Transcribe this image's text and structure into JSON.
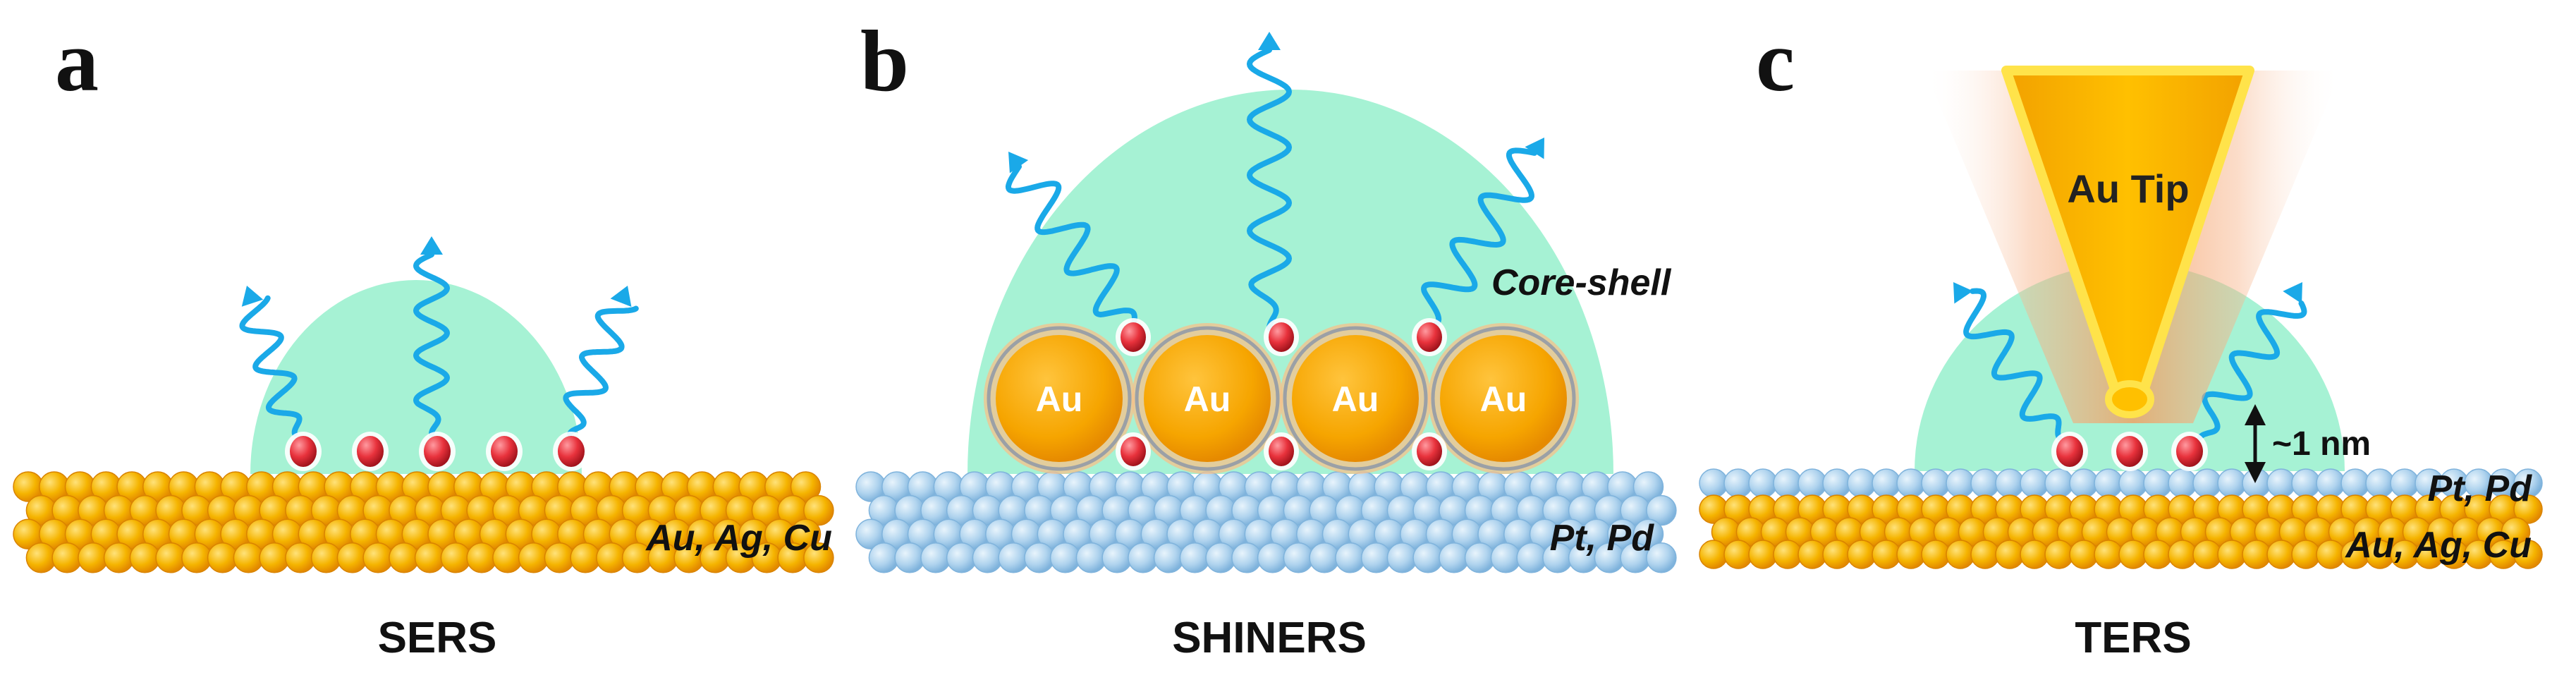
{
  "panels": {
    "a": {
      "letter": "a",
      "caption": "SERS",
      "substrate_label": "Au, Ag, Cu",
      "molecule_count": 5
    },
    "b": {
      "letter": "b",
      "caption": "SHINERS",
      "nanoparticle_label": "Au",
      "nanoparticle_count": 4,
      "shell_label": "Core-shell",
      "substrate_label": "Pt, Pd"
    },
    "c": {
      "letter": "c",
      "caption": "TERS",
      "tip_label": "Au Tip",
      "gap_label": "~1 nm",
      "top_layer_label": "Pt, Pd",
      "bottom_layer_label": "Au, Ag, Cu",
      "molecule_count": 3
    }
  },
  "colors": {
    "gold_atom": "#F5B400",
    "gold_dark": "#E38A00",
    "blue_atom": "#AFD3EE",
    "blue_dark": "#7FB3DC",
    "enhancement_field": "#A6F2D4",
    "photon_wave": "#1AA9E8",
    "molecule": "#E8323C",
    "tip_glow": "#F59A5A"
  }
}
